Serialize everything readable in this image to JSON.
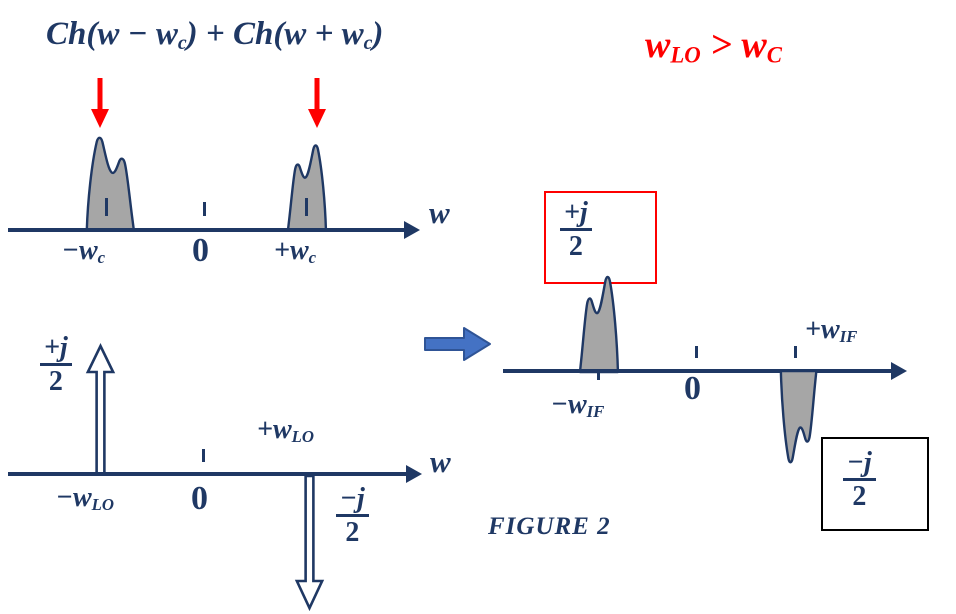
{
  "colors": {
    "navy": "#1f3864",
    "gray": "#a6a6a6",
    "red": "#fe0000",
    "arrow_blue": "#4472c4",
    "arrow_blue_border": "#2f5496"
  },
  "title": {
    "p1": "Ch(w − w",
    "s1": "c",
    "p2": ") + Ch(w + w",
    "s2": "c",
    "p3": ")"
  },
  "condition": {
    "p1": "w",
    "s1": "LO",
    "p2": " > w",
    "s2": "C"
  },
  "figure_caption": "FIGURE 2",
  "top_plot": {
    "axis_label": "w",
    "labels": {
      "neg": {
        "base": "−w",
        "sub": "c"
      },
      "zero": "0",
      "pos": {
        "base": "+w",
        "sub": "c"
      }
    }
  },
  "mid_plot": {
    "axis_label": "w",
    "up_impulse": {
      "num": "+j",
      "den": "2"
    },
    "down_impulse": {
      "num": "−j",
      "den": "2"
    },
    "labels": {
      "neg": {
        "base": "−w",
        "sub": "LO"
      },
      "zero": "0",
      "pos": {
        "base": "+w",
        "sub": "LO"
      }
    }
  },
  "right_plot": {
    "pos_box": {
      "num": "+j",
      "den": "2"
    },
    "neg_box": {
      "num": "−j",
      "den": "2"
    },
    "labels": {
      "neg": {
        "base": "−w",
        "sub": "IF"
      },
      "zero": "0",
      "pos": {
        "base": "+w",
        "sub": "IF"
      }
    }
  },
  "icons": {
    "red_marker_arrows": "red-down-arrow",
    "transform_arrow": "blue-right-block-arrow",
    "up_impulse": "hollow-up-arrow",
    "down_impulse": "hollow-down-arrow",
    "axis_ends": "navy-right-arrowhead"
  }
}
